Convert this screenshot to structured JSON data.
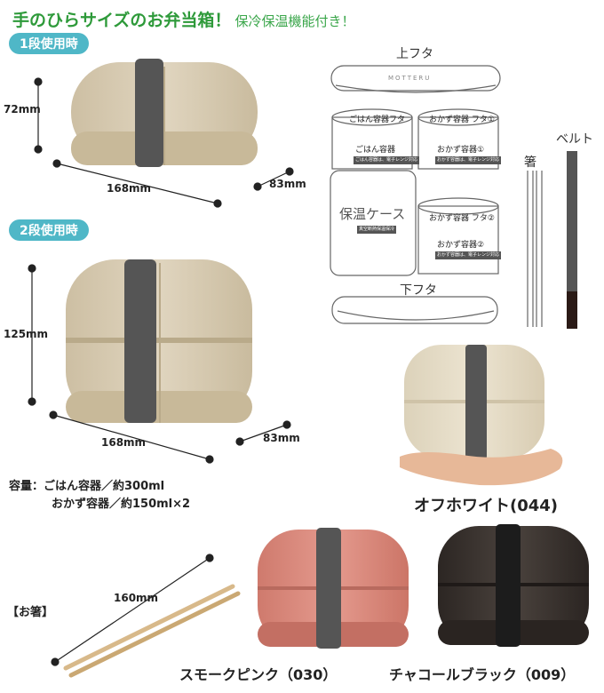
{
  "headline": {
    "main": "手のひらサイズのお弁当箱！",
    "sub": "保冷保温機能付き！"
  },
  "one_tier": {
    "badge": "1段使用時",
    "height": "72mm",
    "width": "168mm",
    "depth": "83mm"
  },
  "two_tier": {
    "badge": "2段使用時",
    "height": "125mm",
    "width": "168mm",
    "depth": "83mm"
  },
  "capacity": {
    "line1": "容量：ごはん容器／約300ml",
    "line2": "おかず容器／約150ml×2"
  },
  "chopsticks": {
    "badge": "【お箸】",
    "length": "160mm"
  },
  "exploded": {
    "top_lid": "上フタ",
    "brand": "MOTTERU",
    "rice_lid": "ごはん容器フタ",
    "rice_container": "ごはん容器",
    "rice_note": "ごはん容器は、電子レンジ対応",
    "side_lid_1": "おかず容器 フタ①",
    "side_container_1": "おかず容器①",
    "side_note_1": "おかず容器は、電子レンジ対応",
    "insulated_case": "保温ケース",
    "case_note": "真空断熱保温保冷",
    "side_lid_2": "おかず容器 フタ②",
    "side_container_2": "おかず容器②",
    "side_note_2": "おかず容器は、電子レンジ対応",
    "bottom_lid": "下フタ",
    "chopsticks": "箸",
    "belt": "ベルト"
  },
  "colors": {
    "off_white": "オフホワイト(044)",
    "smoke_pink": "スモークピンク（030）",
    "charcoal_black": "チャコールブラック（009）"
  },
  "palette": {
    "off_white": "#d9cdb4",
    "smoke_pink": "#d9877a",
    "charcoal_black": "#3a3430",
    "belt": "#555555",
    "headline": "#2e9a3a",
    "badge": "#4fb7c7"
  }
}
